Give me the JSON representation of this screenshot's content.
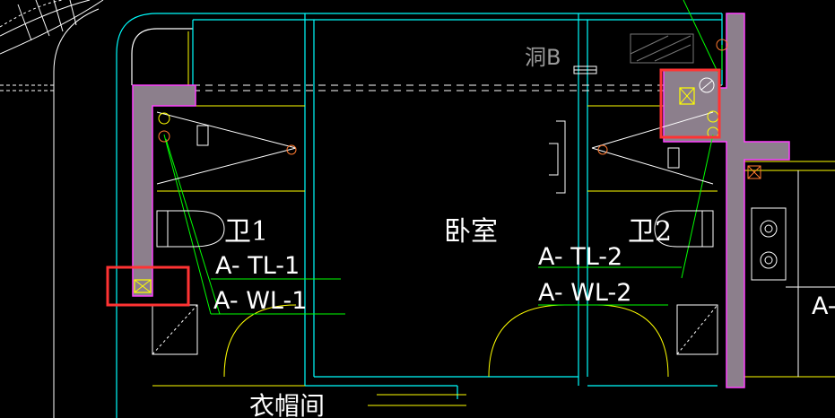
{
  "drawing": {
    "rooms": {
      "bedroom": "卧室",
      "cloakroom": "衣帽间",
      "shaft": "洞B",
      "bath_left": "卫1",
      "bath_right": "卫2"
    },
    "pipe_labels": {
      "tl1": "A- TL-1",
      "wl1": "A- WL-1",
      "tl2": "A- TL-2",
      "wl2": "A- WL-2",
      "edge": "A-"
    },
    "colors": {
      "background": "#000000",
      "wall": "#8c7f8c",
      "wall_edge": "#ff40ff",
      "gridline": "#00ffff",
      "linework": "#ffff00",
      "pipe": "#00ff00",
      "fixture": "#ffffff",
      "highlight": "#ff3333",
      "valve": "#ff7a30"
    },
    "highlights": [
      "valve-left",
      "valve-right"
    ]
  }
}
